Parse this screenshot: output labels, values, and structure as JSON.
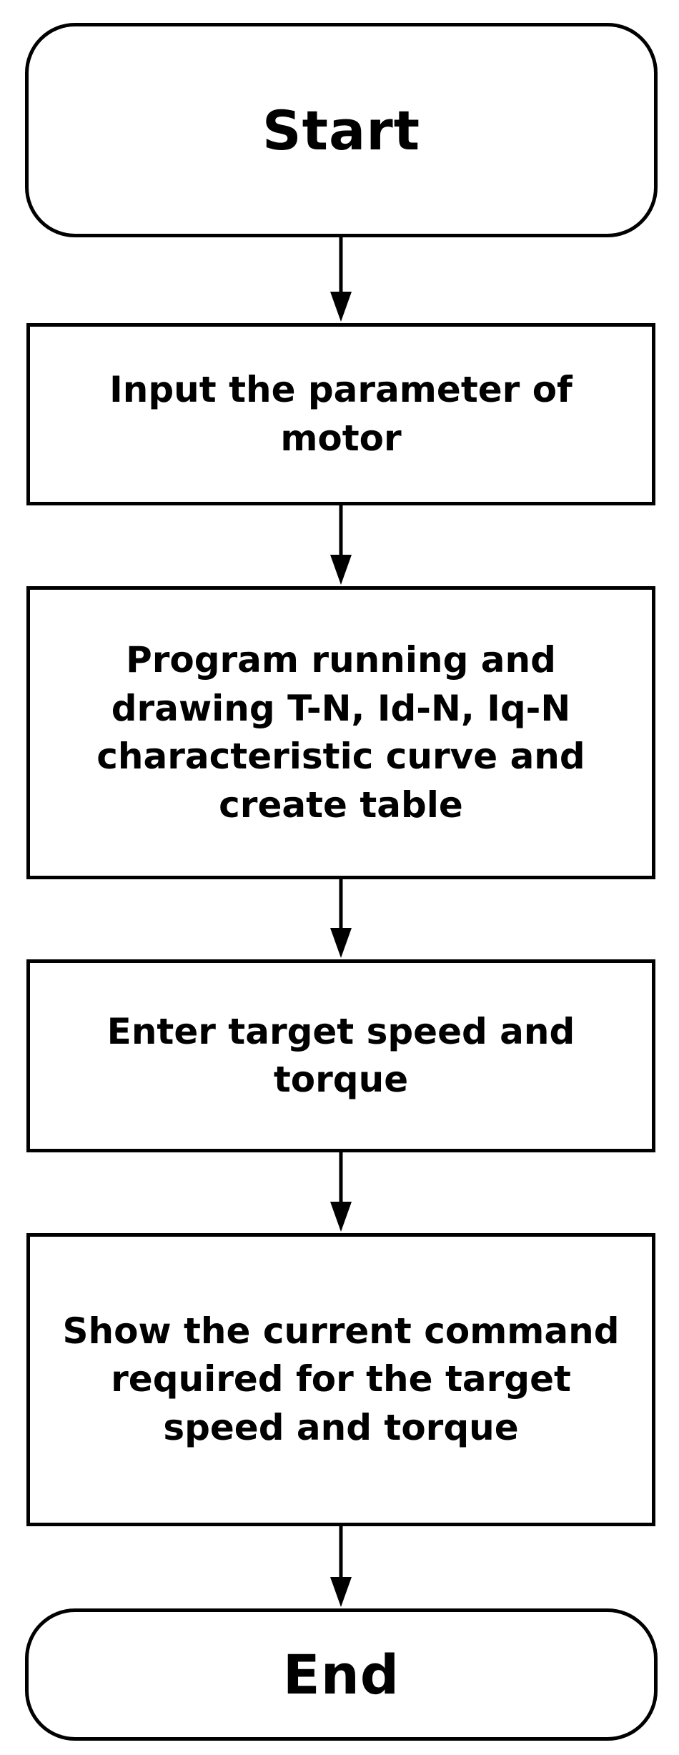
{
  "flowchart": {
    "start": "Start",
    "steps": [
      "Input the parameter of motor",
      "Program running and drawing T-N, Id-N, Iq-N characteristic curve and create table",
      "Enter target speed and torque",
      "Show the current command required for the target speed and torque"
    ],
    "end": "End"
  }
}
